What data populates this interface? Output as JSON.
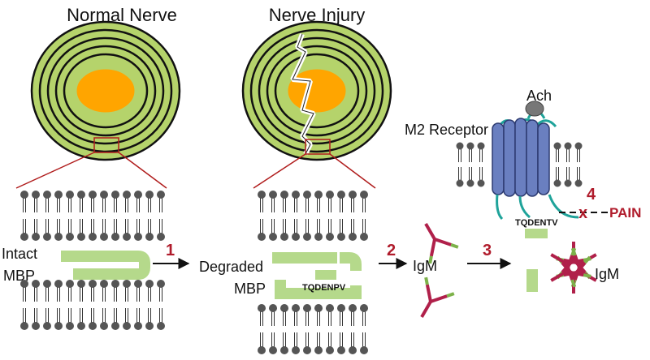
{
  "titles": {
    "normal": "Normal Nerve",
    "injury": "Nerve Injury"
  },
  "labels": {
    "intact_line1": "Intact",
    "intact_line2": "MBP",
    "degraded_line1": "Degraded",
    "degraded_line2": "MBP",
    "peptide_mbp": "TQDENPV",
    "peptide_receptor": "TQDENTV",
    "receptor": "M2 Receptor",
    "ligand": "Ach",
    "igm_free": "IgM",
    "igm_complex": "IgM",
    "pain": "PAIN",
    "block_mark": "x"
  },
  "steps": {
    "s1": "1",
    "s2": "2",
    "s3": "3",
    "s4": "4"
  },
  "colors": {
    "myelin_ring": "#b5d36b",
    "ring_line": "#111111",
    "axon_core": "#ffa500",
    "zoom_line": "#b01c1c",
    "mbp": "#b5d98b",
    "lipid_head": "#555555",
    "lipid_tail": "#333333",
    "receptor_fill": "#6a7fc0",
    "receptor_stroke": "#2c3a70",
    "receptor_loop": "#1fa39a",
    "ach": "#777777",
    "antibody": "#b0204a",
    "antibody_tip": "#7db24a",
    "step_number": "#b01c2c",
    "pain": "#b01c2c"
  }
}
